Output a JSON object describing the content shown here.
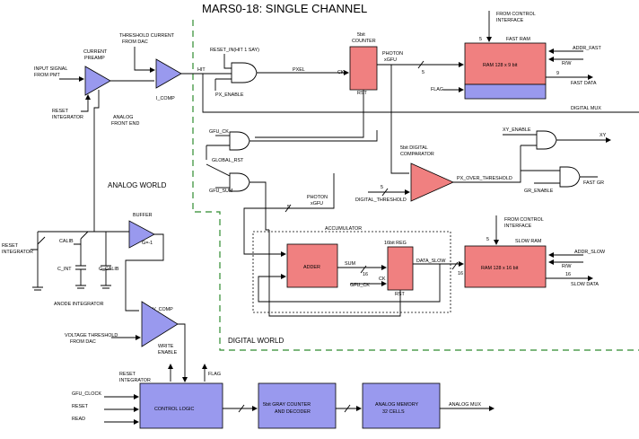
{
  "title": "MARS0-18: SINGLE CHANNEL",
  "regions": {
    "analog_world": "ANALOG WORLD",
    "digital_world": "DIGITAL WORLD",
    "analog_front_end": [
      "ANALOG",
      "FRONT END"
    ]
  },
  "blocks": {
    "current_preamp": [
      "CURRENT",
      "PREAMP"
    ],
    "i_comp": "I_COMP",
    "buffer": "BUFFER",
    "buffer_gain": "G=-1",
    "v_comp": "V_COMP",
    "counter": [
      "5bit",
      "COUNTER"
    ],
    "fast_ram": "FAST RAM",
    "fast_ram_cell": "RAM 128 x 9 bit",
    "digital_comparator": [
      "5bit DIGITAL",
      "COMPARATOR"
    ],
    "accumulator": "ACCUMULATOR",
    "adder": "ADDER",
    "reg16": "16bit REG",
    "slow_ram": "SLOW RAM",
    "slow_ram_cell": "RAM 128 x 16 bit",
    "control_logic": "CONTROL LOGIC",
    "gray_counter": [
      "5bit GRAY COUNTER",
      "AND DECODER"
    ],
    "analog_memory": [
      "ANALOG MEMORY",
      "32 CELLS"
    ],
    "anode_integrator": "ANODE INTEGRATOR"
  },
  "signals": {
    "input_signal": [
      "INPUT SIGNAL",
      "FROM PMT"
    ],
    "reset_integrator_preamp": [
      "RESET",
      "INTEGRATOR"
    ],
    "threshold_current": [
      "THRESHOLD CURRENT",
      "FROM DAC"
    ],
    "hit": "HIT",
    "reset_in": "RESET_IN(HIT 1 SAY)",
    "pxel": "PXEL",
    "px_enable": "PX_ENABLE",
    "ck": "CK",
    "rst": "RST",
    "photon_xgfu": [
      "PHOTON",
      "xGFU"
    ],
    "bus5": "5",
    "from_control_fast": [
      "FROM CONTROL",
      "INTERFACE"
    ],
    "addr_fast": "ADDR_FAST",
    "rw": "R/W",
    "bus9": "9",
    "fast_data": "FAST DATA",
    "flag": "FLAG",
    "digital_mux": "DIGITAL MUX",
    "gfu_ck": "GFU_CK",
    "global_rst": "GLOBAL_RST",
    "gfu_sum": "GFU_SUM",
    "xy_enable": "XY_ENABLE",
    "xy": "XY",
    "px_over_threshold": "PX_OVER_THRESHOLD",
    "digital_threshold": "DIGITAL_THRESHOLD",
    "gr_enable": "GR_ENABLE",
    "fast_gr": "FAST GR",
    "photon_xgfu_2": [
      "PHOTON",
      "xGFU"
    ],
    "sum": "SUM",
    "bus16": "16",
    "data_slow": "DATA_SLOW",
    "gfu_ck_2": "GFU_CK",
    "from_control_slow": [
      "FROM CONTROL",
      "INTERFACE"
    ],
    "addr_slow": "ADDR_SLOW",
    "slow_data": "SLOW DATA",
    "reset_integrator_left": [
      "RESET",
      "INTEGRATOR"
    ],
    "calib": "CALIB",
    "c_int": "C_INT",
    "c_calib": "C_CALIB",
    "voltage_threshold": [
      "VOLTAGE THRESHOLD",
      "FROM DAC"
    ],
    "write_enable": [
      "WRITE",
      "ENABLE"
    ],
    "reset_integrator_ctrl": [
      "RESET",
      "INTEGRATOR"
    ],
    "flag_ctrl": "FLAG",
    "gfu_clock": "GFU_CLOCK",
    "reset": "RESET",
    "read": "READ",
    "analog_mux": "ANALOG MUX"
  }
}
